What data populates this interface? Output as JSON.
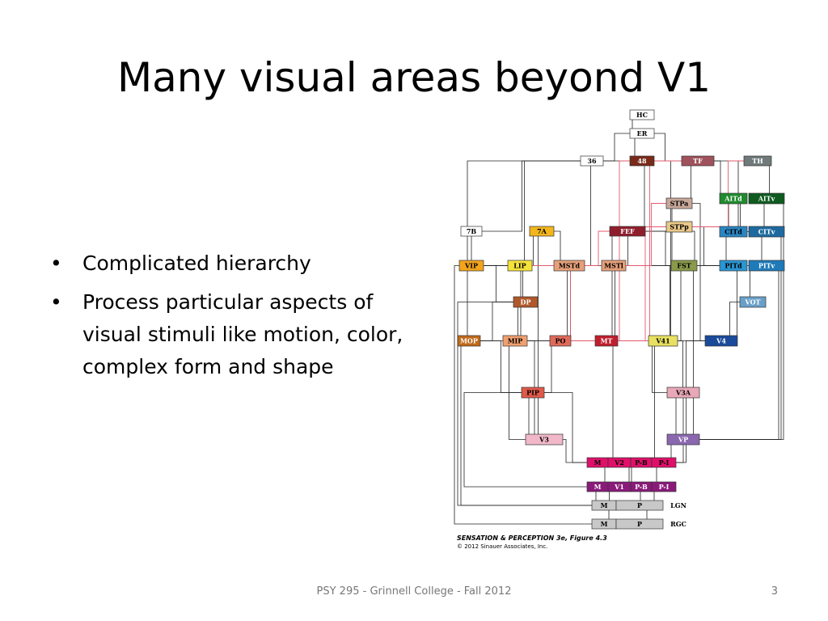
{
  "slide": {
    "title": "Many visual areas beyond V1",
    "bullets": [
      "Complicated hierarchy",
      "Process particular aspects of visual stimuli like motion, color, complex form and shape"
    ],
    "bullet_glyph": "•",
    "footer": "PSY 295 - Grinnell College - Fall 2012",
    "page_number": "3"
  },
  "diagram": {
    "caption_title": "SENSATION & PERCEPTION 3e, Figure 4.3",
    "caption_copyright": "© 2012 Sinauer Associates, Inc.",
    "line_color": "#222222",
    "highlight_line_color": "#e05a6e",
    "areas": [
      {
        "id": "HC",
        "fill": "#ffffff",
        "text": "#000000"
      },
      {
        "id": "ER",
        "fill": "#ffffff",
        "text": "#000000"
      },
      {
        "id": "36",
        "fill": "#ffffff",
        "text": "#000000"
      },
      {
        "id": "48",
        "fill": "#7a2a1a",
        "text": "#ffffff"
      },
      {
        "id": "TF",
        "fill": "#a0525c",
        "text": "#ffffff"
      },
      {
        "id": "TH",
        "fill": "#707a7a",
        "text": "#ffffff"
      },
      {
        "id": "STPa",
        "fill": "#c8a89a",
        "text": "#000000"
      },
      {
        "id": "AITd",
        "fill": "#1f8a2e",
        "text": "#ffffff"
      },
      {
        "id": "AITv",
        "fill": "#0f5a1f",
        "text": "#ffffff"
      },
      {
        "id": "7B",
        "fill": "#ffffff",
        "text": "#000000"
      },
      {
        "id": "7A",
        "fill": "#f2b51c",
        "text": "#000000"
      },
      {
        "id": "FEF",
        "fill": "#8f1e2c",
        "text": "#ffffff"
      },
      {
        "id": "STPp",
        "fill": "#e9c98a",
        "text": "#000000"
      },
      {
        "id": "CITd",
        "fill": "#2a86c2",
        "text": "#000000"
      },
      {
        "id": "CITv",
        "fill": "#1e6aa0",
        "text": "#ffffff"
      },
      {
        "id": "VIP",
        "fill": "#f2a41c",
        "text": "#000000"
      },
      {
        "id": "LIP",
        "fill": "#f6e33a",
        "text": "#000000"
      },
      {
        "id": "MSTd",
        "fill": "#e6a07a",
        "text": "#000000"
      },
      {
        "id": "MSTl",
        "fill": "#e6a07a",
        "text": "#000000"
      },
      {
        "id": "FST",
        "fill": "#8a9a4a",
        "text": "#000000"
      },
      {
        "id": "PITd",
        "fill": "#2a96d2",
        "text": "#000000"
      },
      {
        "id": "PITv",
        "fill": "#1e7ab8",
        "text": "#ffffff"
      },
      {
        "id": "DP",
        "fill": "#b0582a",
        "text": "#ffffff"
      },
      {
        "id": "VOT",
        "fill": "#6aa0c8",
        "text": "#ffffff"
      },
      {
        "id": "MOP",
        "fill": "#c06a1a",
        "text": "#ffffff"
      },
      {
        "id": "MIP",
        "fill": "#f0a070",
        "text": "#000000"
      },
      {
        "id": "PO",
        "fill": "#e06a5a",
        "text": "#000000"
      },
      {
        "id": "MT",
        "fill": "#c01e2e",
        "text": "#ffffff"
      },
      {
        "id": "V41",
        "fill": "#e8e060",
        "text": "#000000"
      },
      {
        "id": "V4",
        "fill": "#1a4a9a",
        "text": "#ffffff"
      },
      {
        "id": "PIP",
        "fill": "#e05a4a",
        "text": "#000000"
      },
      {
        "id": "V3A",
        "fill": "#e8a8b8",
        "text": "#000000"
      },
      {
        "id": "V3",
        "fill": "#f0b8c8",
        "text": "#000000"
      },
      {
        "id": "VP",
        "fill": "#8a68b0",
        "text": "#ffffff"
      },
      {
        "id": "M",
        "fill": "#e0106a",
        "text": "#000000"
      },
      {
        "id": "V2",
        "fill": "#e0106a",
        "text": "#000000"
      },
      {
        "id": "P-B",
        "fill": "#e0106a",
        "text": "#000000"
      },
      {
        "id": "P-I",
        "fill": "#e0106a",
        "text": "#000000"
      },
      {
        "id": "M",
        "fill": "#8a1a7a",
        "text": "#ffffff"
      },
      {
        "id": "V1",
        "fill": "#8a1a7a",
        "text": "#ffffff"
      },
      {
        "id": "P-B",
        "fill": "#8a1a7a",
        "text": "#ffffff"
      },
      {
        "id": "P-I",
        "fill": "#8a1a7a",
        "text": "#ffffff"
      },
      {
        "id": "M",
        "fill": "#c8c8c8",
        "text": "#000000"
      },
      {
        "id": "P",
        "fill": "#c8c8c8",
        "text": "#000000"
      },
      {
        "id": "LGN",
        "fill": "none",
        "text": "#000000"
      },
      {
        "id": "M",
        "fill": "#c8c8c8",
        "text": "#000000"
      },
      {
        "id": "P",
        "fill": "#c8c8c8",
        "text": "#000000"
      },
      {
        "id": "RGC",
        "fill": "none",
        "text": "#000000"
      }
    ]
  }
}
